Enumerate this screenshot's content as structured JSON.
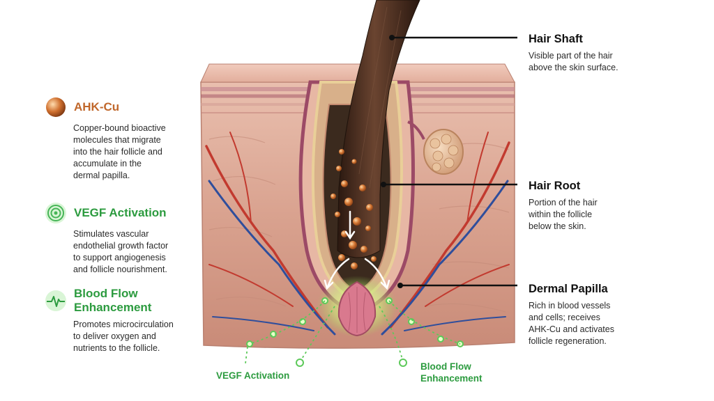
{
  "colors": {
    "copper": "#c0672b",
    "green": "#2c9b3f",
    "skin": "#e6b3a3",
    "hair": "#3b2418",
    "artery": "#c23a2f",
    "vein": "#2f4e9c"
  },
  "left_items": [
    {
      "title": "AHK-Cu",
      "icon": "copper-sphere-icon",
      "body_lines": [
        "Copper-bound bioactive",
        "molecules that migrate",
        "into the hair follicle and",
        "accumulate in the",
        "dermal papilla."
      ]
    },
    {
      "title": "VEGF Activation",
      "icon": "green-target-icon",
      "body_lines": [
        "Stimulates vascular",
        "endothelial growth factor",
        "to support angiogenesis",
        "and follicle nourishment."
      ]
    },
    {
      "title_lines": [
        "Blood Flow",
        "Enhancement"
      ],
      "icon": "pulse-wave-icon",
      "body_lines": [
        "Promotes microcirculation",
        "to deliver oxygen and",
        "nutrients to the follicle."
      ]
    }
  ],
  "right_items": [
    {
      "title": "Hair Shaft",
      "body_lines": [
        "Visible part of the hair",
        "above the skin surface."
      ]
    },
    {
      "title": "Hair Root",
      "body_lines": [
        "Portion of the hair",
        "within the follicle",
        "below the skin."
      ]
    },
    {
      "title": "Dermal Papilla",
      "body_lines": [
        "Rich in blood vessels",
        "and cells; receives",
        "AHK-Cu and activates",
        "follicle regeneration."
      ]
    }
  ],
  "bottom_labels": {
    "vegf": "VEGF Activation",
    "blood_flow_lines": [
      "Blood Flow",
      "Enhancement"
    ]
  }
}
